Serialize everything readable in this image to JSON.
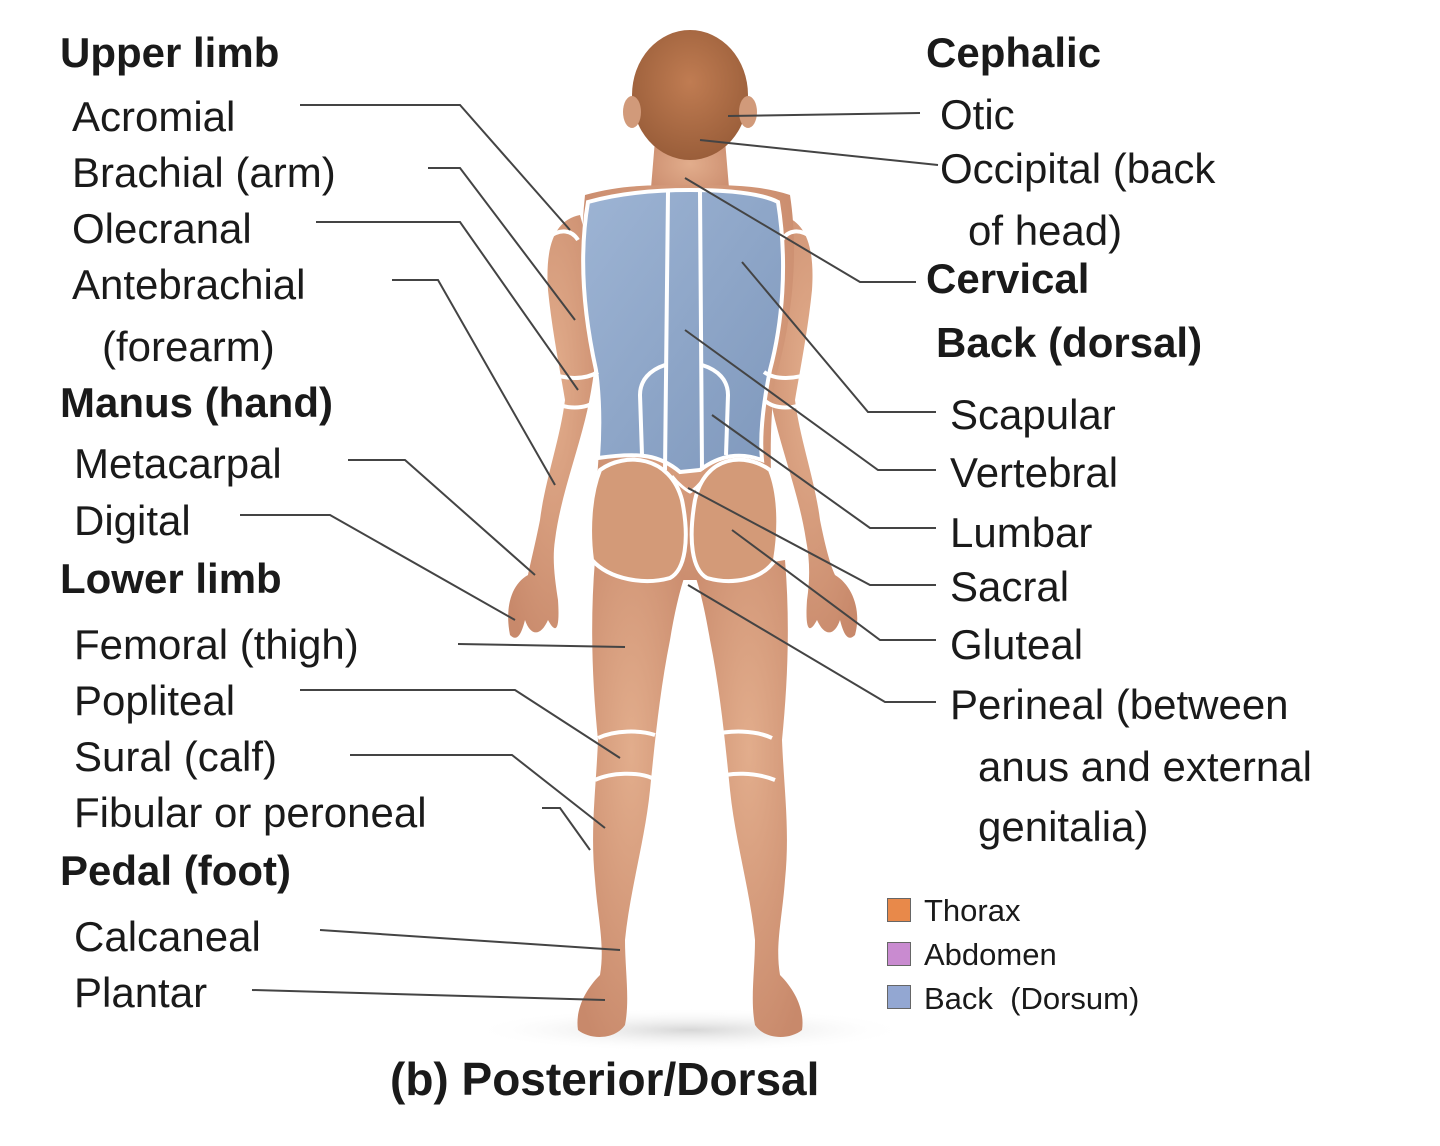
{
  "left": {
    "upper_limb": "Upper limb",
    "acromial": "Acromial",
    "brachial": "Brachial (arm)",
    "olecranal": "Olecranal",
    "antebrachial_1": "Antebrachial",
    "antebrachial_2": "(forearm)",
    "manus": "Manus (hand)",
    "metacarpal": "Metacarpal",
    "digital": "Digital",
    "lower_limb": "Lower limb",
    "femoral": "Femoral (thigh)",
    "popliteal": "Popliteal",
    "sural": "Sural (calf)",
    "fibular": "Fibular or peroneal",
    "pedal": "Pedal (foot)",
    "calcaneal": "Calcaneal",
    "plantar": "Plantar"
  },
  "right": {
    "cephalic": "Cephalic",
    "otic": "Otic",
    "occipital_1": "Occipital (back",
    "occipital_2": "of head)",
    "cervical": "Cervical",
    "back": "Back (dorsal)",
    "scapular": "Scapular",
    "vertebral": "Vertebral",
    "lumbar": "Lumbar",
    "sacral": "Sacral",
    "gluteal": "Gluteal",
    "perineal_1": "Perineal (between",
    "perineal_2": "anus and external",
    "perineal_3": "genitalia)"
  },
  "legend": [
    {
      "label": "Thorax",
      "color": "#e8894a"
    },
    {
      "label": "Abdomen",
      "color": "#c98bd0"
    },
    {
      "label": "Back  (Dorsum)",
      "color": "#93a7d2"
    }
  ],
  "caption": "(b) Posterior/Dorsal",
  "colors": {
    "skin": "#d9a07e",
    "skin_shadow": "#c4866a",
    "hair": "#b07048",
    "back": "#8fa7c8",
    "outline": "#ffffff",
    "leader": "#444444"
  }
}
